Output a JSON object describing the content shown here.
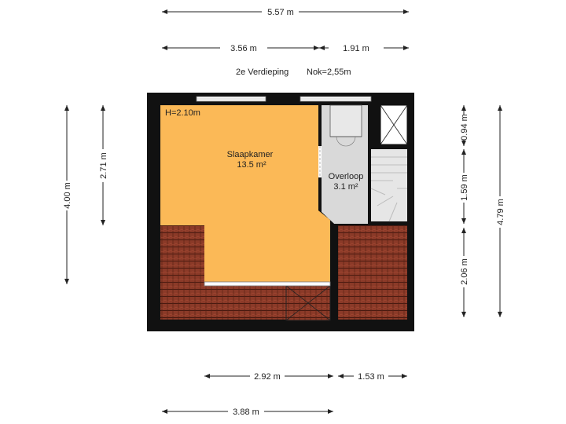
{
  "floor": {
    "name": "2e Verdieping",
    "ridge": "Nok=2,55m"
  },
  "rooms": {
    "bedroom": {
      "name": "Slaapkamer",
      "area": "13.5 m²",
      "height": "H=2.10m"
    },
    "landing": {
      "name": "Overloop",
      "area": "3.1 m²"
    }
  },
  "dimensions": {
    "top_total": "5.57 m",
    "top_left": "3.56 m",
    "top_right": "1.91 m",
    "bottom_left": "2.92 m",
    "bottom_right": "1.53 m",
    "bottom_total": "3.88 m",
    "left_outer": "4.00 m",
    "left_inner": "2.71 m",
    "right_top": "0.94 m",
    "right_middle": "1.59 m",
    "right_bottom": "2.06 m",
    "right_total": "4.79 m"
  },
  "colors": {
    "bedroom": "#fbb957",
    "landing": "#d9d9d9",
    "roof_tile": "#8b3a28",
    "wall": "#111111"
  }
}
